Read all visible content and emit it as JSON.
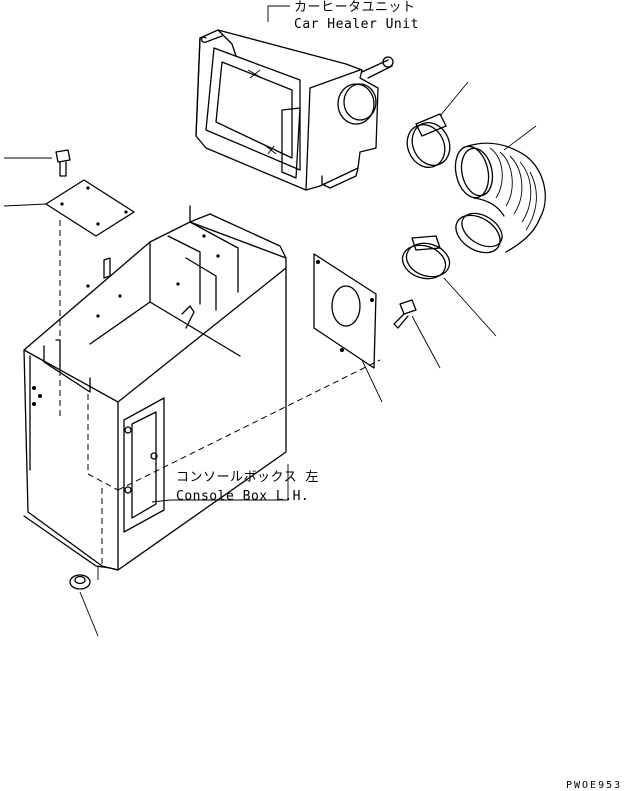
{
  "labels": {
    "car_heater_jp": "カーヒータユニット",
    "car_heater_en": "Car Healer Unit",
    "console_box_jp": "コンソールボックス 左",
    "console_box_en": "Console Box L.H."
  },
  "drawing_code": "PWOE953"
}
